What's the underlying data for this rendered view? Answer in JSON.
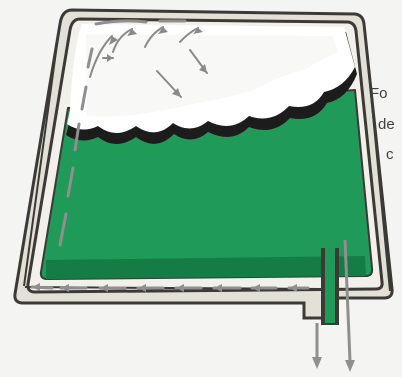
{
  "diagram": {
    "side_text": [
      {
        "text": "Fo"
      },
      {
        "text": "de"
      },
      {
        "text": "c"
      }
    ],
    "colors": {
      "liquid": "#1f9a59",
      "liquid_shadow": "#167c46",
      "foam": "#ffffff",
      "frame": "#3d3a36",
      "frame_inner": "#d9d6ce",
      "arrow": "#8f8f8f",
      "background": "#f4f4f2"
    }
  }
}
